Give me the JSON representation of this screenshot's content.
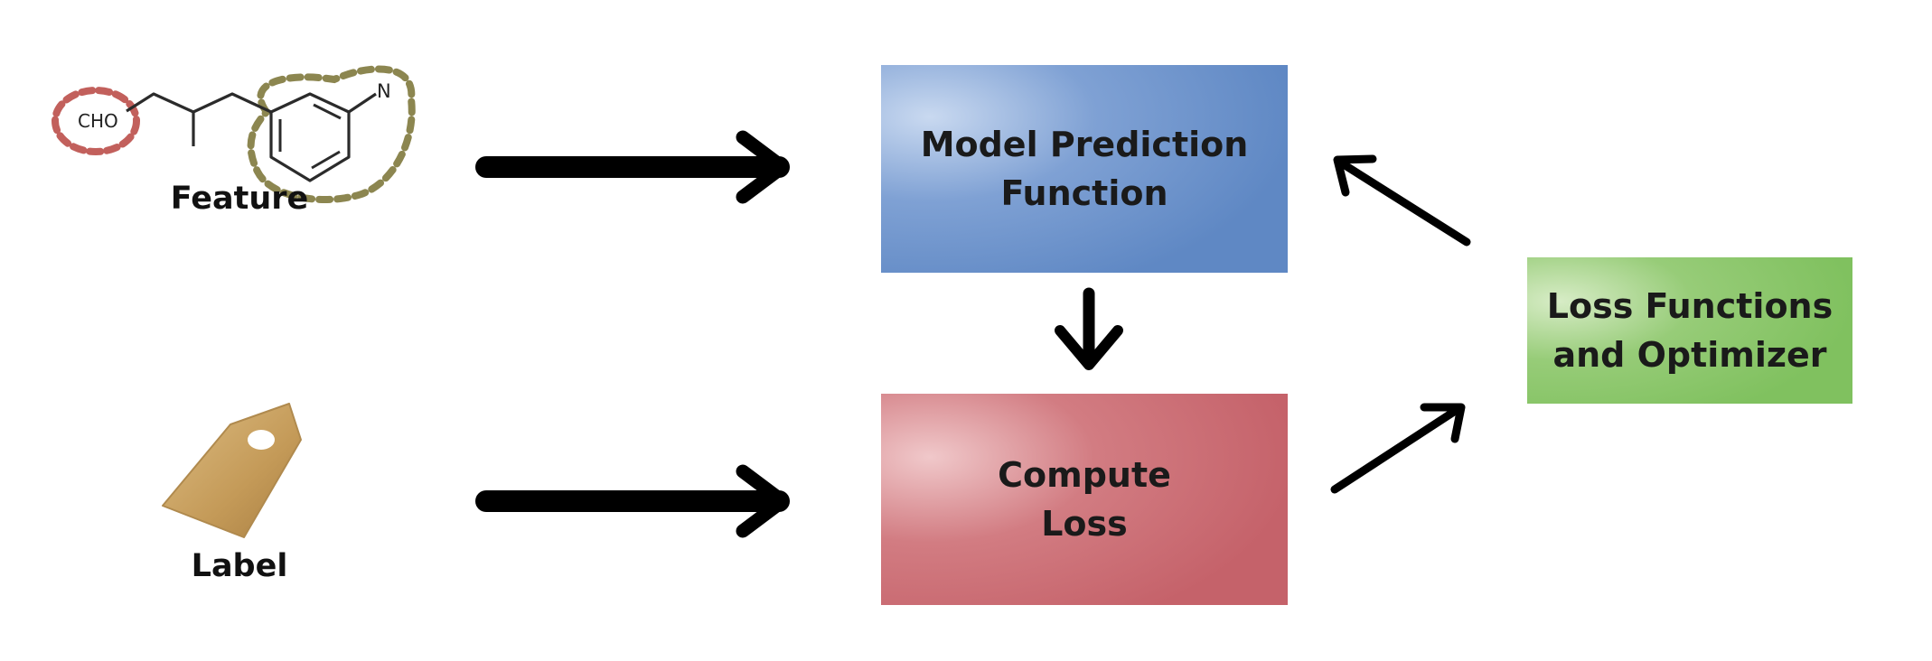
{
  "feature": {
    "label": "Feature",
    "molecule_aldehyde_text": "CHO",
    "molecule_nitrogen_text": "N"
  },
  "label_input": {
    "label": "Label"
  },
  "model_box": {
    "line1": "Model Prediction",
    "line2": "Function",
    "color": "#6a90c9"
  },
  "loss_box": {
    "line1": "Compute",
    "line2": "Loss",
    "color": "#c9676d"
  },
  "optimizer_box": {
    "line1": "Loss Functions",
    "line2": "and Optimizer",
    "color": "#8ac66a"
  },
  "colors": {
    "arrow": "#000000",
    "aldehyde_highlight": "#c2605c",
    "ring_highlight": "#8c8650",
    "tag": "#c9a262"
  }
}
